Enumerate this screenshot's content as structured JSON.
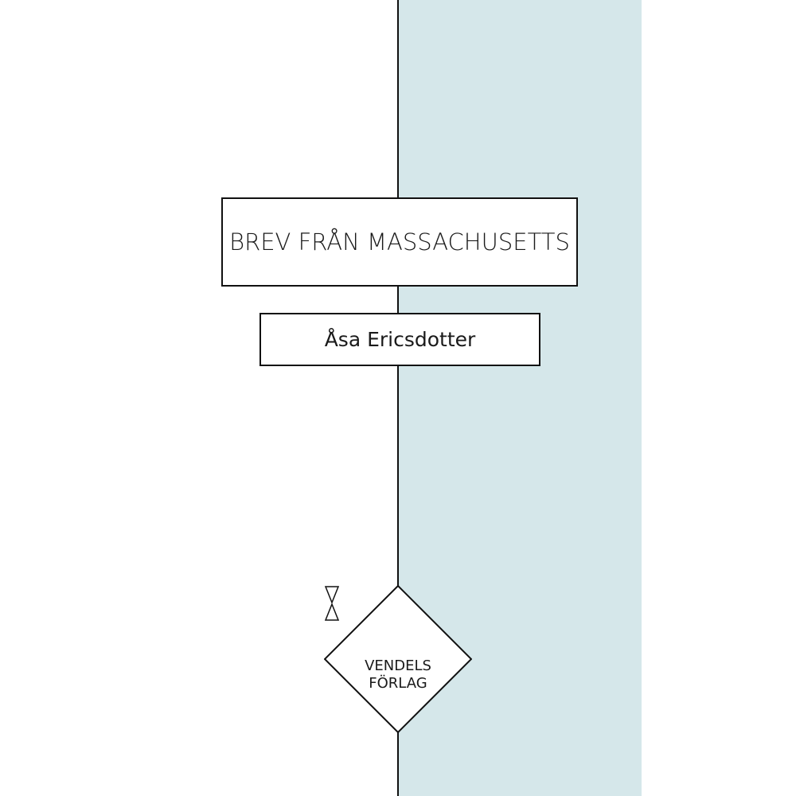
{
  "cover": {
    "title": "BREV FRÅN MASSACHUSETTS",
    "author": "Åsa Ericsdotter",
    "publisher": {
      "line1": "VENDELS",
      "line2": "FÖRLAG",
      "logo_icon": "hourglass-icon"
    }
  },
  "colors": {
    "background": "#ffffff",
    "panel": "#d5e7ea",
    "line": "#111111",
    "text": "#1a1a1a"
  }
}
